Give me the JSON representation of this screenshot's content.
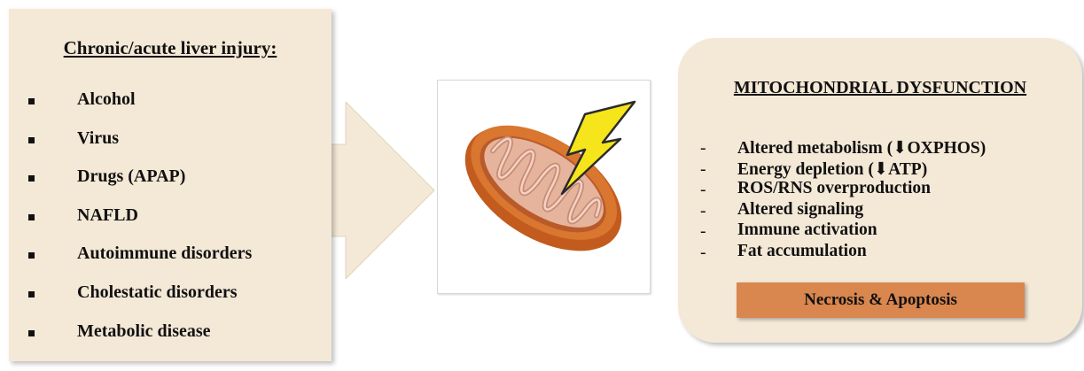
{
  "causes": {
    "title": "Chronic/acute liver injury:",
    "items": [
      {
        "label": "Alcohol"
      },
      {
        "label": "Virus"
      },
      {
        "label": "Drugs (APAP)"
      },
      {
        "label": "NAFLD"
      },
      {
        "label": "Autoimmune disorders"
      },
      {
        "label": "Cholestatic disorders"
      },
      {
        "label": "Metabolic disease"
      }
    ]
  },
  "mitochondrial_dysfunction": {
    "title": "MITOCHONDRIAL DYSFUNCTION",
    "effects": [
      {
        "label": "Altered metabolism (⬇OXPHOS)"
      },
      {
        "label": "Energy depletion (⬇ATP)"
      },
      {
        "label": "ROS/RNS overproduction"
      },
      {
        "label": "Altered signaling"
      },
      {
        "label": "Immune activation"
      },
      {
        "label": "Fat accumulation"
      }
    ],
    "outcome": "Necrosis & Apoptosis"
  },
  "colors": {
    "box_fill": "#f4e8d6",
    "arrow_fill": "#f4e8d6",
    "outcome_fill": "#d9864f",
    "mito_outer": "#cf6a28",
    "mito_inner": "#e7b7a3",
    "lightning": "#f5e51a"
  },
  "icons": {
    "mitochondrion": "mitochondrion-icon",
    "lightning": "lightning-bolt-icon"
  }
}
